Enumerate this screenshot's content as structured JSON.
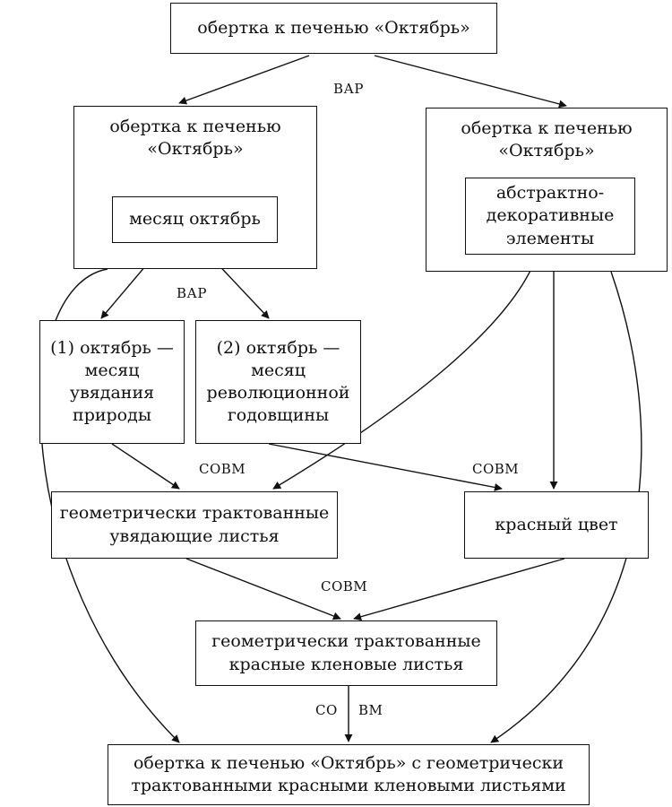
{
  "boxes": {
    "top": "обертка к печенью «Октябрь»",
    "left_outer": "обертка к печенью\n«Октябрь»",
    "left_inner": "месяц октябрь",
    "right_outer": "обертка к печенью\n«Октябрь»",
    "right_inner": "абстрактно-\nдекоративные\nэлементы",
    "meaning_1": "(1) октябрь —\nмесяц\nувядания\nприроды",
    "meaning_2": "(2) октябрь —\nмесяц\nреволюционной\nгодовщины",
    "leaves": "геометрически трактованные\nувядающие листья",
    "red": "красный цвет",
    "maple": "геометрически трактованные\nкрасные кленовые листья",
    "final": "обертка к печенью «Октябрь» с геометрически\nтрактованными красными кленовыми листьями"
  },
  "labels": {
    "bap_top": "ВАР",
    "bap_mid": "ВАР",
    "sovm_left": "СОВМ",
    "sovm_right": "СОВМ",
    "sovm_bottom": "СОВМ",
    "co": "СО",
    "vm": "ВМ"
  }
}
